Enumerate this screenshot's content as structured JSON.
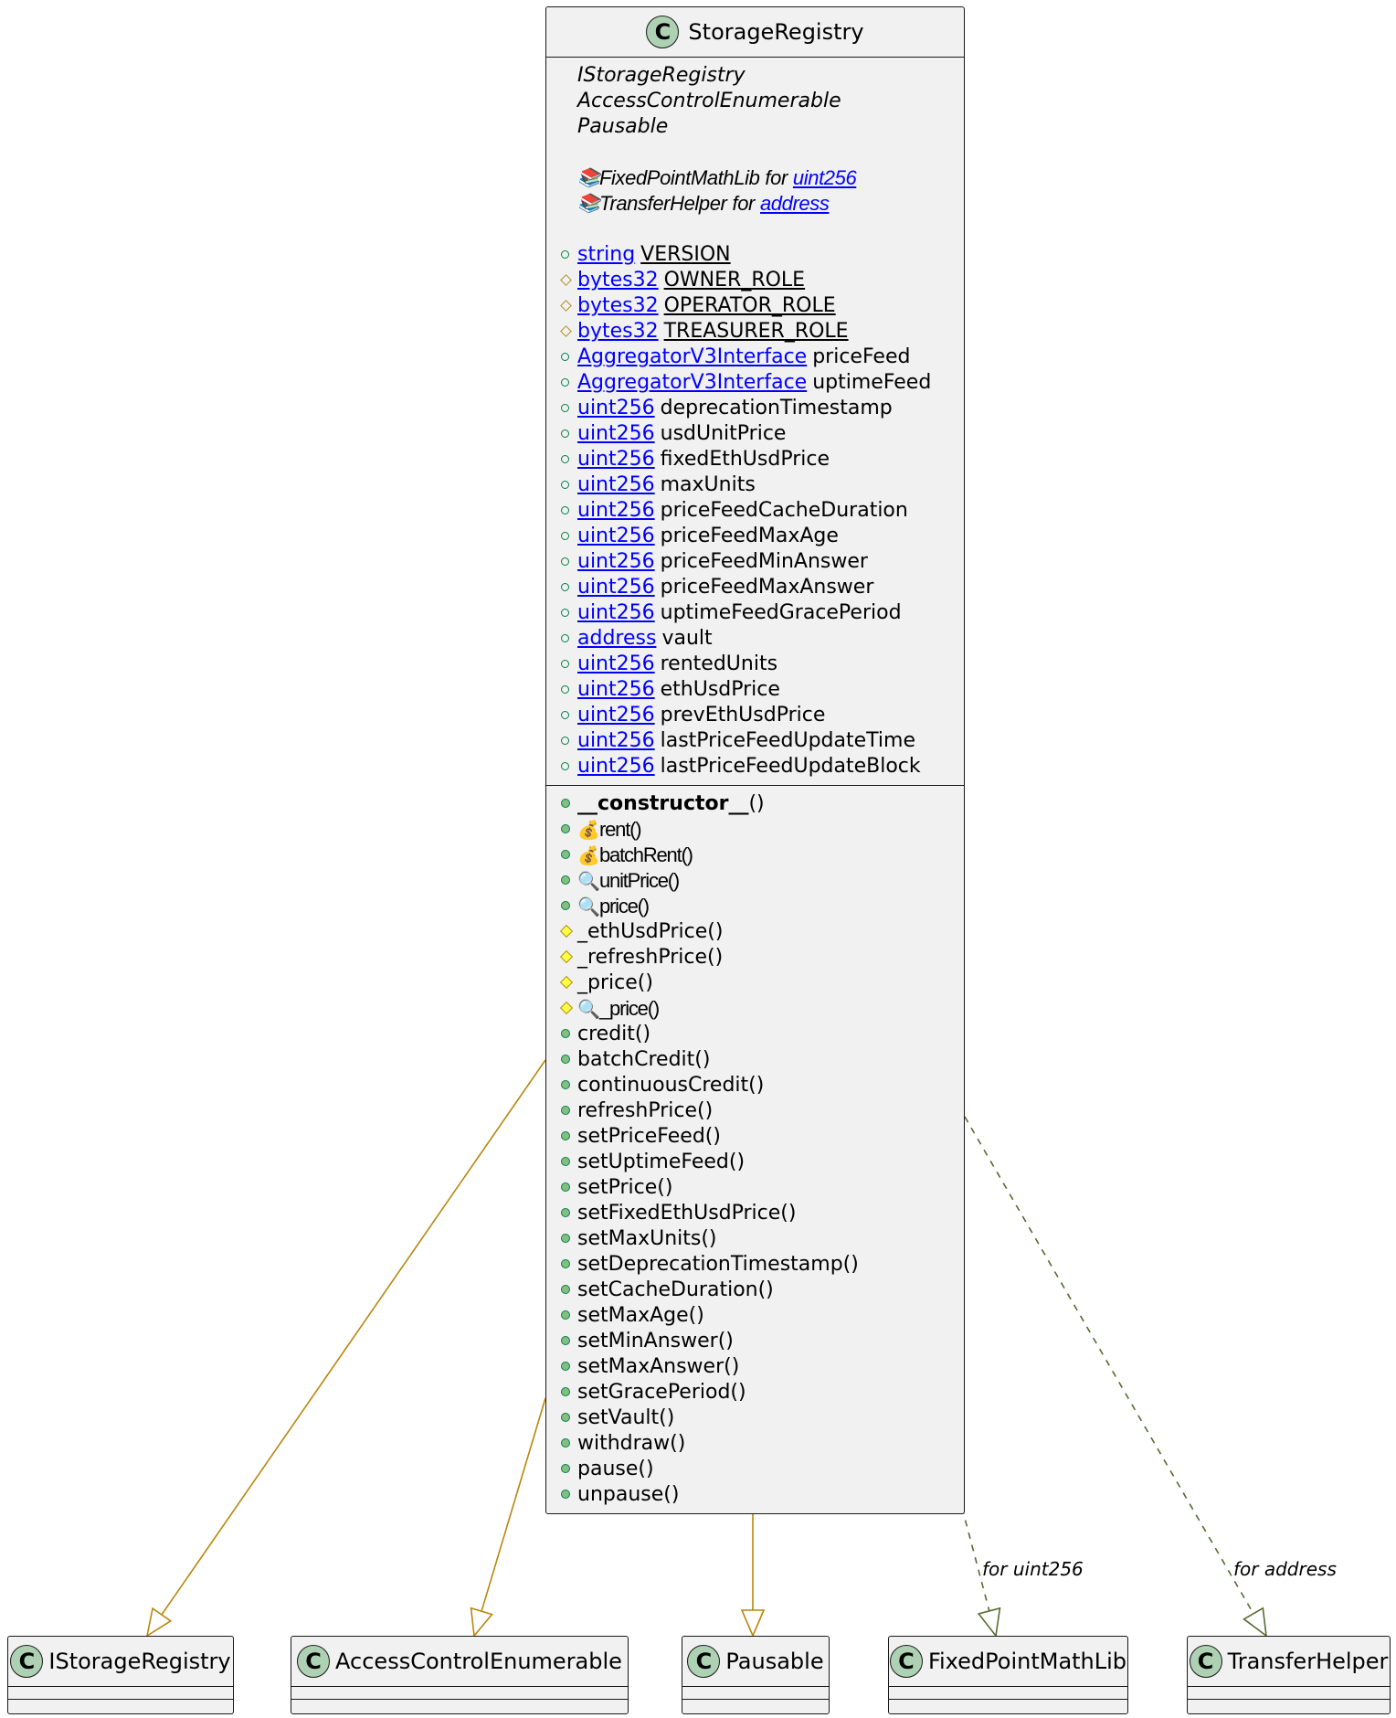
{
  "main_class": {
    "name": "StorageRegistry",
    "icon": "C",
    "inherits": [
      "IStorageRegistry",
      "AccessControlEnumerable",
      "Pausable"
    ],
    "usings": [
      {
        "lib": "FixedPointMathLib",
        "for_word": "for",
        "type": "uint256"
      },
      {
        "lib": "TransferHelper",
        "for_word": "for",
        "type": "address"
      }
    ],
    "constants": [
      {
        "type": "string",
        "name": "VERSION",
        "visibility": "public"
      },
      {
        "type": "bytes32",
        "name": "OWNER_ROLE",
        "visibility": "internal"
      },
      {
        "type": "bytes32",
        "name": "OPERATOR_ROLE",
        "visibility": "internal"
      },
      {
        "type": "bytes32",
        "name": "TREASURER_ROLE",
        "visibility": "internal"
      }
    ],
    "fields": [
      {
        "type": "AggregatorV3Interface",
        "name": "priceFeed"
      },
      {
        "type": "AggregatorV3Interface",
        "name": "uptimeFeed"
      },
      {
        "type": "uint256",
        "name": "deprecationTimestamp"
      },
      {
        "type": "uint256",
        "name": "usdUnitPrice"
      },
      {
        "type": "uint256",
        "name": "fixedEthUsdPrice"
      },
      {
        "type": "uint256",
        "name": "maxUnits"
      },
      {
        "type": "uint256",
        "name": "priceFeedCacheDuration"
      },
      {
        "type": "uint256",
        "name": "priceFeedMaxAge"
      },
      {
        "type": "uint256",
        "name": "priceFeedMinAnswer"
      },
      {
        "type": "uint256",
        "name": "priceFeedMaxAnswer"
      },
      {
        "type": "uint256",
        "name": "uptimeFeedGracePeriod"
      },
      {
        "type": "address",
        "name": "vault"
      },
      {
        "type": "uint256",
        "name": "rentedUnits"
      },
      {
        "type": "uint256",
        "name": "ethUsdPrice"
      },
      {
        "type": "uint256",
        "name": "prevEthUsdPrice"
      },
      {
        "type": "uint256",
        "name": "lastPriceFeedUpdateTime"
      },
      {
        "type": "uint256",
        "name": "lastPriceFeedUpdateBlock"
      }
    ],
    "methods": [
      {
        "name": "__constructor__",
        "args": "()",
        "visibility": "public",
        "bold": true
      },
      {
        "name": "rent()",
        "visibility": "public",
        "emoji": "money-bag",
        "narrow": true
      },
      {
        "name": "batchRent()",
        "visibility": "public",
        "emoji": "money-bag",
        "narrow": true
      },
      {
        "name": "unitPrice()",
        "visibility": "public",
        "emoji": "magnifier",
        "narrow": true
      },
      {
        "name": "price()",
        "visibility": "public",
        "emoji": "magnifier",
        "narrow": true
      },
      {
        "name": "_ethUsdPrice()",
        "visibility": "internal"
      },
      {
        "name": "_refreshPrice()",
        "visibility": "internal"
      },
      {
        "name": "_price()",
        "visibility": "internal"
      },
      {
        "name": "_price()",
        "visibility": "internal",
        "emoji": "magnifier",
        "narrow": true
      },
      {
        "name": "credit()",
        "visibility": "public"
      },
      {
        "name": "batchCredit()",
        "visibility": "public"
      },
      {
        "name": "continuousCredit()",
        "visibility": "public"
      },
      {
        "name": "refreshPrice()",
        "visibility": "public"
      },
      {
        "name": "setPriceFeed()",
        "visibility": "public"
      },
      {
        "name": "setUptimeFeed()",
        "visibility": "public"
      },
      {
        "name": "setPrice()",
        "visibility": "public"
      },
      {
        "name": "setFixedEthUsdPrice()",
        "visibility": "public"
      },
      {
        "name": "setMaxUnits()",
        "visibility": "public"
      },
      {
        "name": "setDeprecationTimestamp()",
        "visibility": "public"
      },
      {
        "name": "setCacheDuration()",
        "visibility": "public"
      },
      {
        "name": "setMaxAge()",
        "visibility": "public"
      },
      {
        "name": "setMinAnswer()",
        "visibility": "public"
      },
      {
        "name": "setMaxAnswer()",
        "visibility": "public"
      },
      {
        "name": "setGracePeriod()",
        "visibility": "public"
      },
      {
        "name": "setVault()",
        "visibility": "public"
      },
      {
        "name": "withdraw()",
        "visibility": "public"
      },
      {
        "name": "pause()",
        "visibility": "public"
      },
      {
        "name": "unpause()",
        "visibility": "public"
      }
    ]
  },
  "related_classes": [
    {
      "name": "IStorageRegistry",
      "icon": "C"
    },
    {
      "name": "AccessControlEnumerable",
      "icon": "C"
    },
    {
      "name": "Pausable",
      "icon": "C"
    },
    {
      "name": "FixedPointMathLib",
      "icon": "C"
    },
    {
      "name": "TransferHelper",
      "icon": "C"
    }
  ],
  "edges": [
    {
      "from": "StorageRegistry",
      "to": "IStorageRegistry",
      "kind": "extends"
    },
    {
      "from": "StorageRegistry",
      "to": "AccessControlEnumerable",
      "kind": "extends"
    },
    {
      "from": "StorageRegistry",
      "to": "Pausable",
      "kind": "extends"
    },
    {
      "from": "StorageRegistry",
      "to": "FixedPointMathLib",
      "kind": "uses",
      "label": "for uint256"
    },
    {
      "from": "StorageRegistry",
      "to": "TransferHelper",
      "kind": "uses",
      "label": "for address"
    }
  ],
  "colors": {
    "class_fill": "#f1f1f1",
    "class_border": "#181818",
    "icon_fill": "#add1b2",
    "extends_edge": "#b8860b",
    "uses_edge": "#556b2f",
    "type_link": "#0000ff",
    "public_marker": "#038048",
    "internal_marker": "#b38d22"
  }
}
